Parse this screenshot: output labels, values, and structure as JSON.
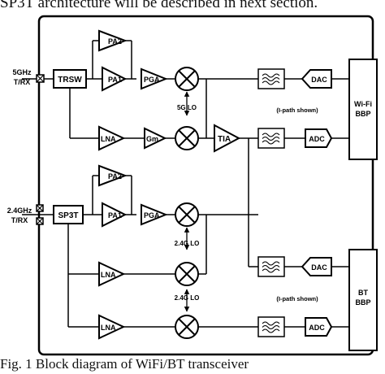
{
  "paper": {
    "top_text": "SP3T architecture will be described in next section.",
    "caption": "Fig. 1 Block diagram of WiFi/BT transceiver"
  },
  "ports": {
    "p5g_line1": "5GHz",
    "p5g_line2": "T/RX",
    "p24g_line1": "2.4GHz",
    "p24g_line2": "T/RX"
  },
  "blocks": {
    "trsw": "TRSW",
    "sp3t": "SP3T",
    "pa1": "PA1",
    "pa2": "PA2",
    "pga": "PGA",
    "lna": "LNA",
    "gm": "Gm",
    "tia": "TIA",
    "dac": "DAC",
    "adc": "ADC",
    "wifi_bbp_line1": "Wi-Fi",
    "wifi_bbp_line2": "BBP",
    "bt_bbp_line1": "BT",
    "bt_bbp_line2": "BBP"
  },
  "labels": {
    "lo_5g": "5G LO",
    "lo_24g_a": "2.4G LO",
    "lo_24g_b": "2.4G LO",
    "ipath_1": "(I-path shown)",
    "ipath_2": "(I-path shown)"
  },
  "colors": {
    "ink": "#000000",
    "background": "#ffffff"
  }
}
